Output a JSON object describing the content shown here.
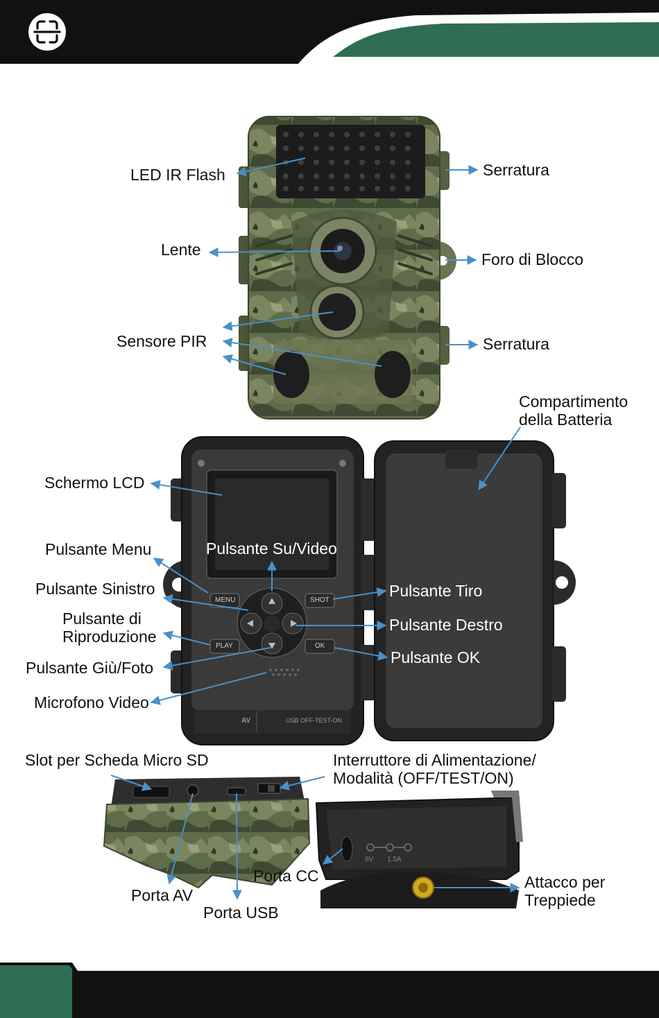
{
  "colors": {
    "header_black": "#111111",
    "accent_green": "#2f6e52",
    "arrow_blue": "#4a90c8",
    "camo": "#5d6a48"
  },
  "header": {
    "icon": "scan-icon"
  },
  "top_view": {
    "led_ir_flash": "LED IR Flash",
    "serratura_1": "Serratura",
    "lente": "Lente",
    "foro_di_blocco": "Foro di Blocco",
    "sensore_pir": "Sensore PIR",
    "serratura_2": "Serratura"
  },
  "open_view": {
    "compartimento_line1": "Compartimento",
    "compartimento_line2": "della Batteria",
    "schermo_lcd": "Schermo LCD",
    "pulsante_menu": "Pulsante Menu",
    "pulsante_su_video": "Pulsante Su/Video",
    "pulsante_sinistro": "Pulsante Sinistro",
    "pulsante_tiro": "Pulsante Tiro",
    "pulsante_riproduzione_line1": "Pulsante di",
    "pulsante_riproduzione_line2": "Riproduzione",
    "pulsante_destro": "Pulsante Destro",
    "pulsante_giu_foto": "Pulsante Giù/Foto",
    "pulsante_ok": "Pulsante OK",
    "microfono_video": "Microfono Video",
    "button_menu": "MENU",
    "button_shot": "SHOT",
    "button_play": "PLAY",
    "button_ok": "OK",
    "port_av": "AV",
    "port_usb_switch": "USB OFF-TEST-ON"
  },
  "bottom_view": {
    "slot_micro_sd": "Slot per Scheda Micro SD",
    "interruttore_line1": "Interruttore di Alimentazione/",
    "interruttore_line2": "Modalità (OFF/TEST/ON)",
    "porta_cc": "Porta CC",
    "porta_av": "Porta AV",
    "porta_usb": "Porta USB",
    "attacco_line1": "Attacco per",
    "attacco_line2": "Treppiede",
    "dc_voltage": "6V",
    "dc_current": "1.5A"
  }
}
